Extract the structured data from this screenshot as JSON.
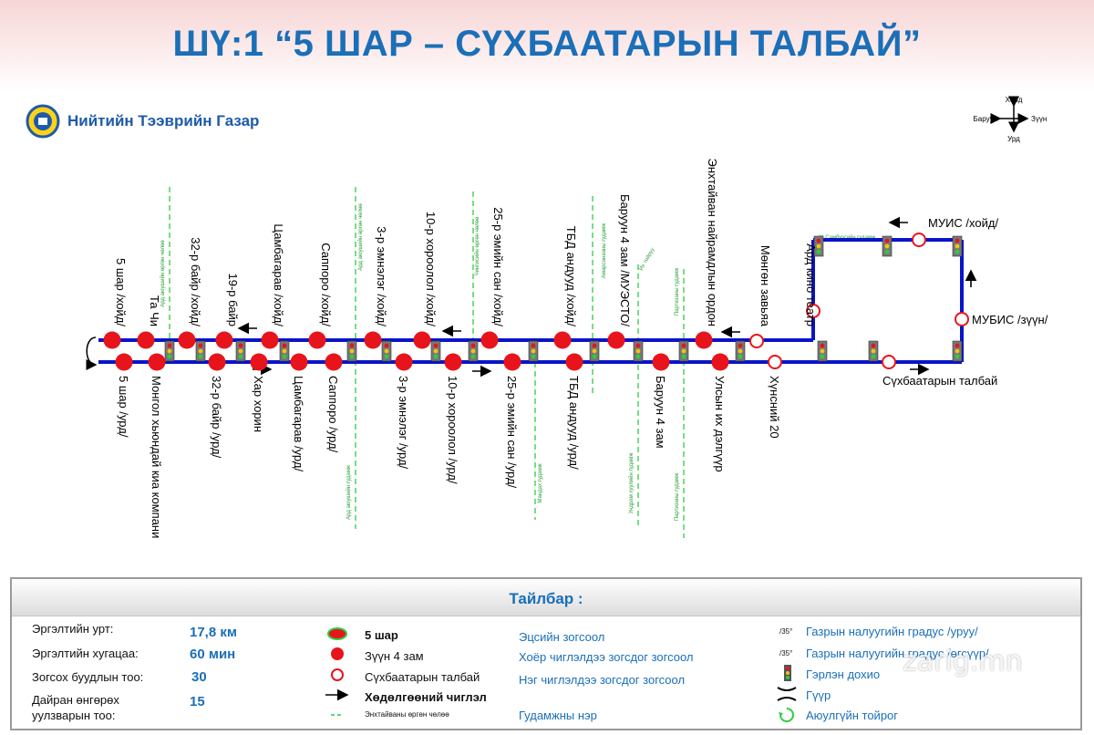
{
  "header": {
    "title": "ШҮ:1 “5 ШАР – СҮХБААТАРЫН ТАЛБАЙ”"
  },
  "brand": {
    "name": "Нийтийн Тээврийн Газар"
  },
  "compass": {
    "north": "Хойд",
    "south": "Урд",
    "west": "Баруун",
    "east": "Зүүн"
  },
  "colors": {
    "route": "#0a14c8",
    "stop_fill": "#e8141c",
    "street_line": "#2ecc40",
    "title": "#1a6fb8"
  },
  "map": {
    "top_stops": [
      "5 шар /хойд/",
      "Та Чи",
      "32-р байр /хойд/",
      "19-р байр",
      "Цамбагарав /хойд/",
      "Саппоро /хойд/",
      "3-р эмнэлэг /хойд/",
      "10-р хороолол /хойд/",
      "25-р эмийн сан /хойд/",
      "ТБД андууд /хойд/",
      "Баруун 4 зам /МУЭСТО/",
      "Энхтайван найрамдлын ордон",
      "Мөнгөн завьяа",
      "Ард кино театр"
    ],
    "bottom_stops": [
      "5 шар /урд/",
      "Монгол хьюндай киа компани",
      "32-р байр /урд/",
      "Хар хорин",
      "Цамбагарав /урд/",
      "Саппоро /урд/",
      "3-р эмнэлэг /урд/",
      "10-р хороолол /урд/",
      "25-р эмийн сан /урд/",
      "ТБД андууд /урд/",
      "Баруун 4 зам",
      "Улсын их дэлгүүр",
      "Хүнсний 20"
    ],
    "loop_stops": [
      "МУИС /хойд/",
      "МУБИС /зүүн/",
      "Сүхбаатарын талбай"
    ],
    "street_labels": {
      "s1": "Ж.Самбуугийн гудамж",
      "s2": "Ард аюушийн өргөн чөлөө",
      "s3": "Ард аюушийн өргөн чөлөө",
      "s4": "Ард аюушийн гудамж",
      "s5": "Чингисийн өргөн чөлөө",
      "s6": "Мандах гудамж",
      "s7": "Амарсанааны гудамж",
      "s8": "Их тойруу",
      "s9": "Ундрам хуулийн гудамж",
      "s10": "Партизаны гудамж",
      "s11": "Партизаны гудамж",
      "s12": "Ж.Самбуугийн гудамж"
    }
  },
  "legend": {
    "title": "Тайлбар :",
    "stats": [
      {
        "label": "Эргэлтийн урт:",
        "value": "17,8 км"
      },
      {
        "label": "Эргэлтийн хугацаа:",
        "value": "60 мин"
      },
      {
        "label": "Зогсох буудлын тоо:",
        "value": "30"
      },
      {
        "label": "Дайран өнгөрөх\nуулзварын тоо:",
        "value": "15"
      }
    ],
    "symbols": [
      {
        "icon": "green-ring-stop-icon",
        "label": "5 шар"
      },
      {
        "icon": "red-stop-icon",
        "label": "Зүүн 4 зам"
      },
      {
        "icon": "red-ring-stop-icon",
        "label": "Сүхбаатарын талбай"
      },
      {
        "icon": "arrow-right-icon",
        "label": "Хөдөлгөөний чиглэл"
      },
      {
        "icon": "green-dash-icon",
        "label": "Энхтайваны өргөн чөлөө"
      }
    ],
    "stop_types": [
      "Эцсийн зогсоол",
      "Хоёр чиглэлдээ зогсдог зогсоол",
      "Нэг чиглэлдээ зогсдог зогсоол",
      "Гудамжны нэр"
    ],
    "features": [
      {
        "icon": "slope-down-icon",
        "tag": "/35°",
        "label": "Газрын налуугийн градус /уруу/"
      },
      {
        "icon": "slope-up-icon",
        "tag": "/35°",
        "label": "Газрын налуугийн градус /өгсүүр/"
      },
      {
        "icon": "traffic-light-icon",
        "label": "Гэрлэн дохио"
      },
      {
        "icon": "bridge-icon",
        "label": "Гүүр"
      },
      {
        "icon": "roundabout-icon",
        "label": "Аюулгүйн тойрог"
      }
    ]
  },
  "watermark": "zarig.mn"
}
